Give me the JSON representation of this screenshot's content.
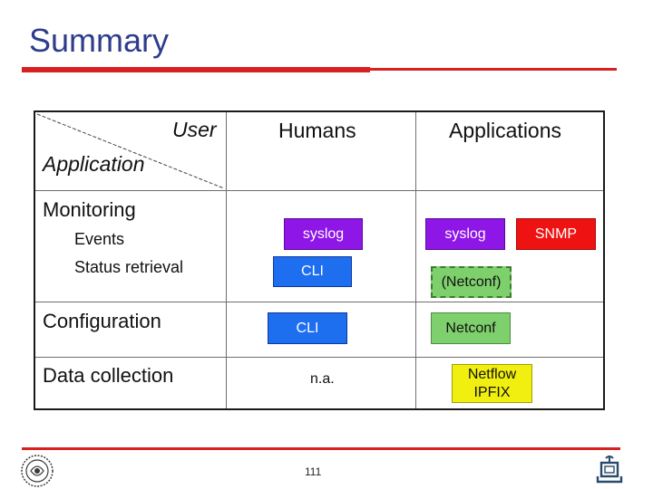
{
  "slide": {
    "title": "Summary",
    "page_number": "111"
  },
  "table": {
    "corner": {
      "user": "User",
      "application": "Application"
    },
    "columns": [
      "Humans",
      "Applications"
    ],
    "rows": [
      {
        "label": "Monitoring",
        "sublabels": [
          "Events",
          "Status retrieval"
        ]
      },
      {
        "label": "Configuration"
      },
      {
        "label": "Data collection"
      }
    ],
    "boxes": {
      "mon_humans_syslog": "syslog",
      "mon_humans_cli": "CLI",
      "mon_apps_syslog": "syslog",
      "mon_apps_snmp": "SNMP",
      "mon_apps_netconf": "(Netconf)",
      "conf_humans_cli": "CLI",
      "conf_apps_netconf": "Netconf",
      "data_humans_na": "n.a.",
      "data_apps_netflow": "Netflow",
      "data_apps_ipfix": "IPFIX"
    }
  },
  "colors": {
    "title": "#2e3c8c",
    "rule": "#d82020",
    "syslog": "#8e16e6",
    "snmp": "#ee1212",
    "cli": "#1e6ef0",
    "netconf": "#7ed06c",
    "netflow": "#f0ef10"
  },
  "icons": {
    "left_logo": "university-seal-icon",
    "right_logo": "computer-logo-icon"
  }
}
